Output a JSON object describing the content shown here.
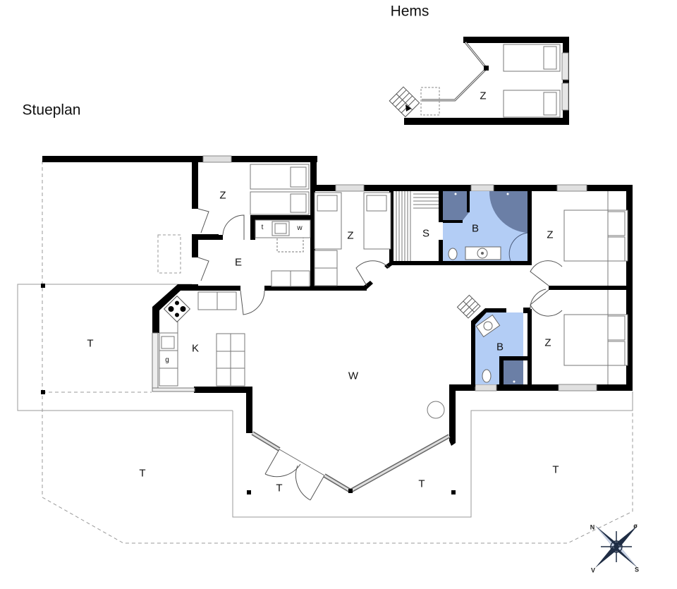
{
  "titles": {
    "hems": "Hems",
    "stueplan": "Stueplan"
  },
  "colors": {
    "wall": "#000000",
    "bath_light": "#b3cdf5",
    "bath_dark": "#6b7fa6",
    "window": "#c8c8c8",
    "outline": "#999999"
  },
  "rooms": {
    "hems_z": "Z",
    "z_entry_bedroom": "Z",
    "entry": "E",
    "z_twin_bedroom": "Z",
    "sauna": "S",
    "bath_top": "B",
    "z_right_top": "Z",
    "z_right_bottom": "Z",
    "bath_small": "B",
    "kitchen": "K",
    "living": "W",
    "terrace_left": "T",
    "terrace_bottom_left": "T",
    "terrace_center_left": "T",
    "terrace_center_right": "T",
    "terrace_right": "T"
  },
  "fixtures": {
    "toilet_t": "t",
    "washer_w": "w",
    "kitchen_g": "g"
  },
  "compass": {
    "n": "N",
    "o": "ø",
    "v": "V",
    "s": "S"
  }
}
